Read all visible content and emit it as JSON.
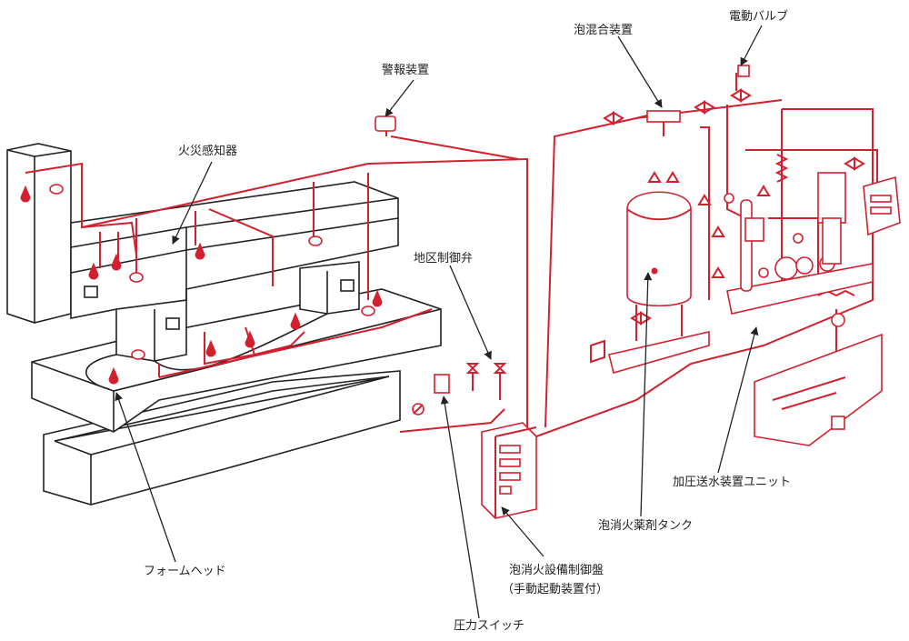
{
  "labels": {
    "alarm_device": "警報装置",
    "fire_detector": "火災感知器",
    "area_control_valve": "地区制御弁",
    "foam_mixing_device": "泡混合装置",
    "electric_valve": "電動バルブ",
    "foam_head": "フォームヘッド",
    "pressure_switch": "圧力スイッチ",
    "control_panel_line1": "泡消火設備制御盤",
    "control_panel_line2": "（手動起動装置付）",
    "foam_tank": "泡消火薬剤タンク",
    "pump_unit": "加圧送水装置ユニット"
  },
  "colors": {
    "piping": "#d2202f",
    "outline": "#222222"
  }
}
